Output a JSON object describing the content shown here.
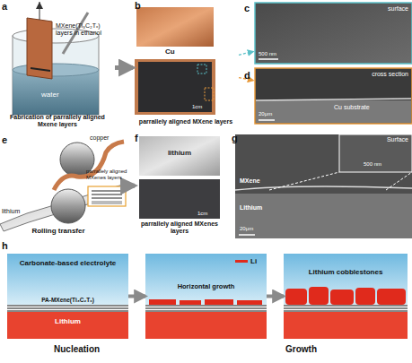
{
  "diagram": {
    "nodes": [
      {
        "text": [
          "MXene(Ti₃C₂Tₓ) layers in ethanol",
          "water",
          "Fabrication of parrallely aligned Mxene layers"
        ]
      },
      {
        "text": [
          "Cu",
          "parrallely aligned MXene layers",
          "1cm"
        ]
      },
      {
        "text": [
          "surface",
          "500 nm"
        ]
      },
      {
        "text": [
          "cross section",
          "Cu substrate",
          "20μm"
        ]
      },
      {
        "text": [
          "copper",
          "lithium",
          "parrallely aligned MXenes layers",
          "Rolling transfer"
        ]
      },
      {
        "text": [
          "lithium",
          "parrallely aligned MXenes layers",
          "1cm"
        ]
      },
      {
        "text": [
          "Surface",
          "500 nm",
          "MXene",
          "Lithium",
          "20μm"
        ]
      },
      {
        "text": [
          "Carbonate-based electrolyte",
          "PA-MXene(Ti₃C₂Tₓ)",
          "Lithium"
        ]
      },
      {
        "text": [
          "Horizontal growth"
        ]
      },
      {
        "text": [
          "Lithium cobblestones"
        ]
      }
    ],
    "edges": [
      {
        "from": 0,
        "to": 1,
        "arrow": "to"
      },
      {
        "from": 1,
        "to": 2,
        "arrow": "to"
      },
      {
        "from": 1,
        "to": 3,
        "arrow": "to"
      },
      {
        "from": 4,
        "to": 5,
        "arrow": "to"
      },
      {
        "from": 7,
        "to": 8,
        "arrow": "to"
      },
      {
        "from": 8,
        "to": 9,
        "arrow": "to"
      }
    ],
    "labels": [
      "a",
      "b",
      "c",
      "d",
      "e",
      "f",
      "g",
      "h",
      "Nucleation",
      "Growth"
    ],
    "legend": [
      {
        "text": "Li",
        "color": "#e02a1c"
      }
    ]
  }
}
